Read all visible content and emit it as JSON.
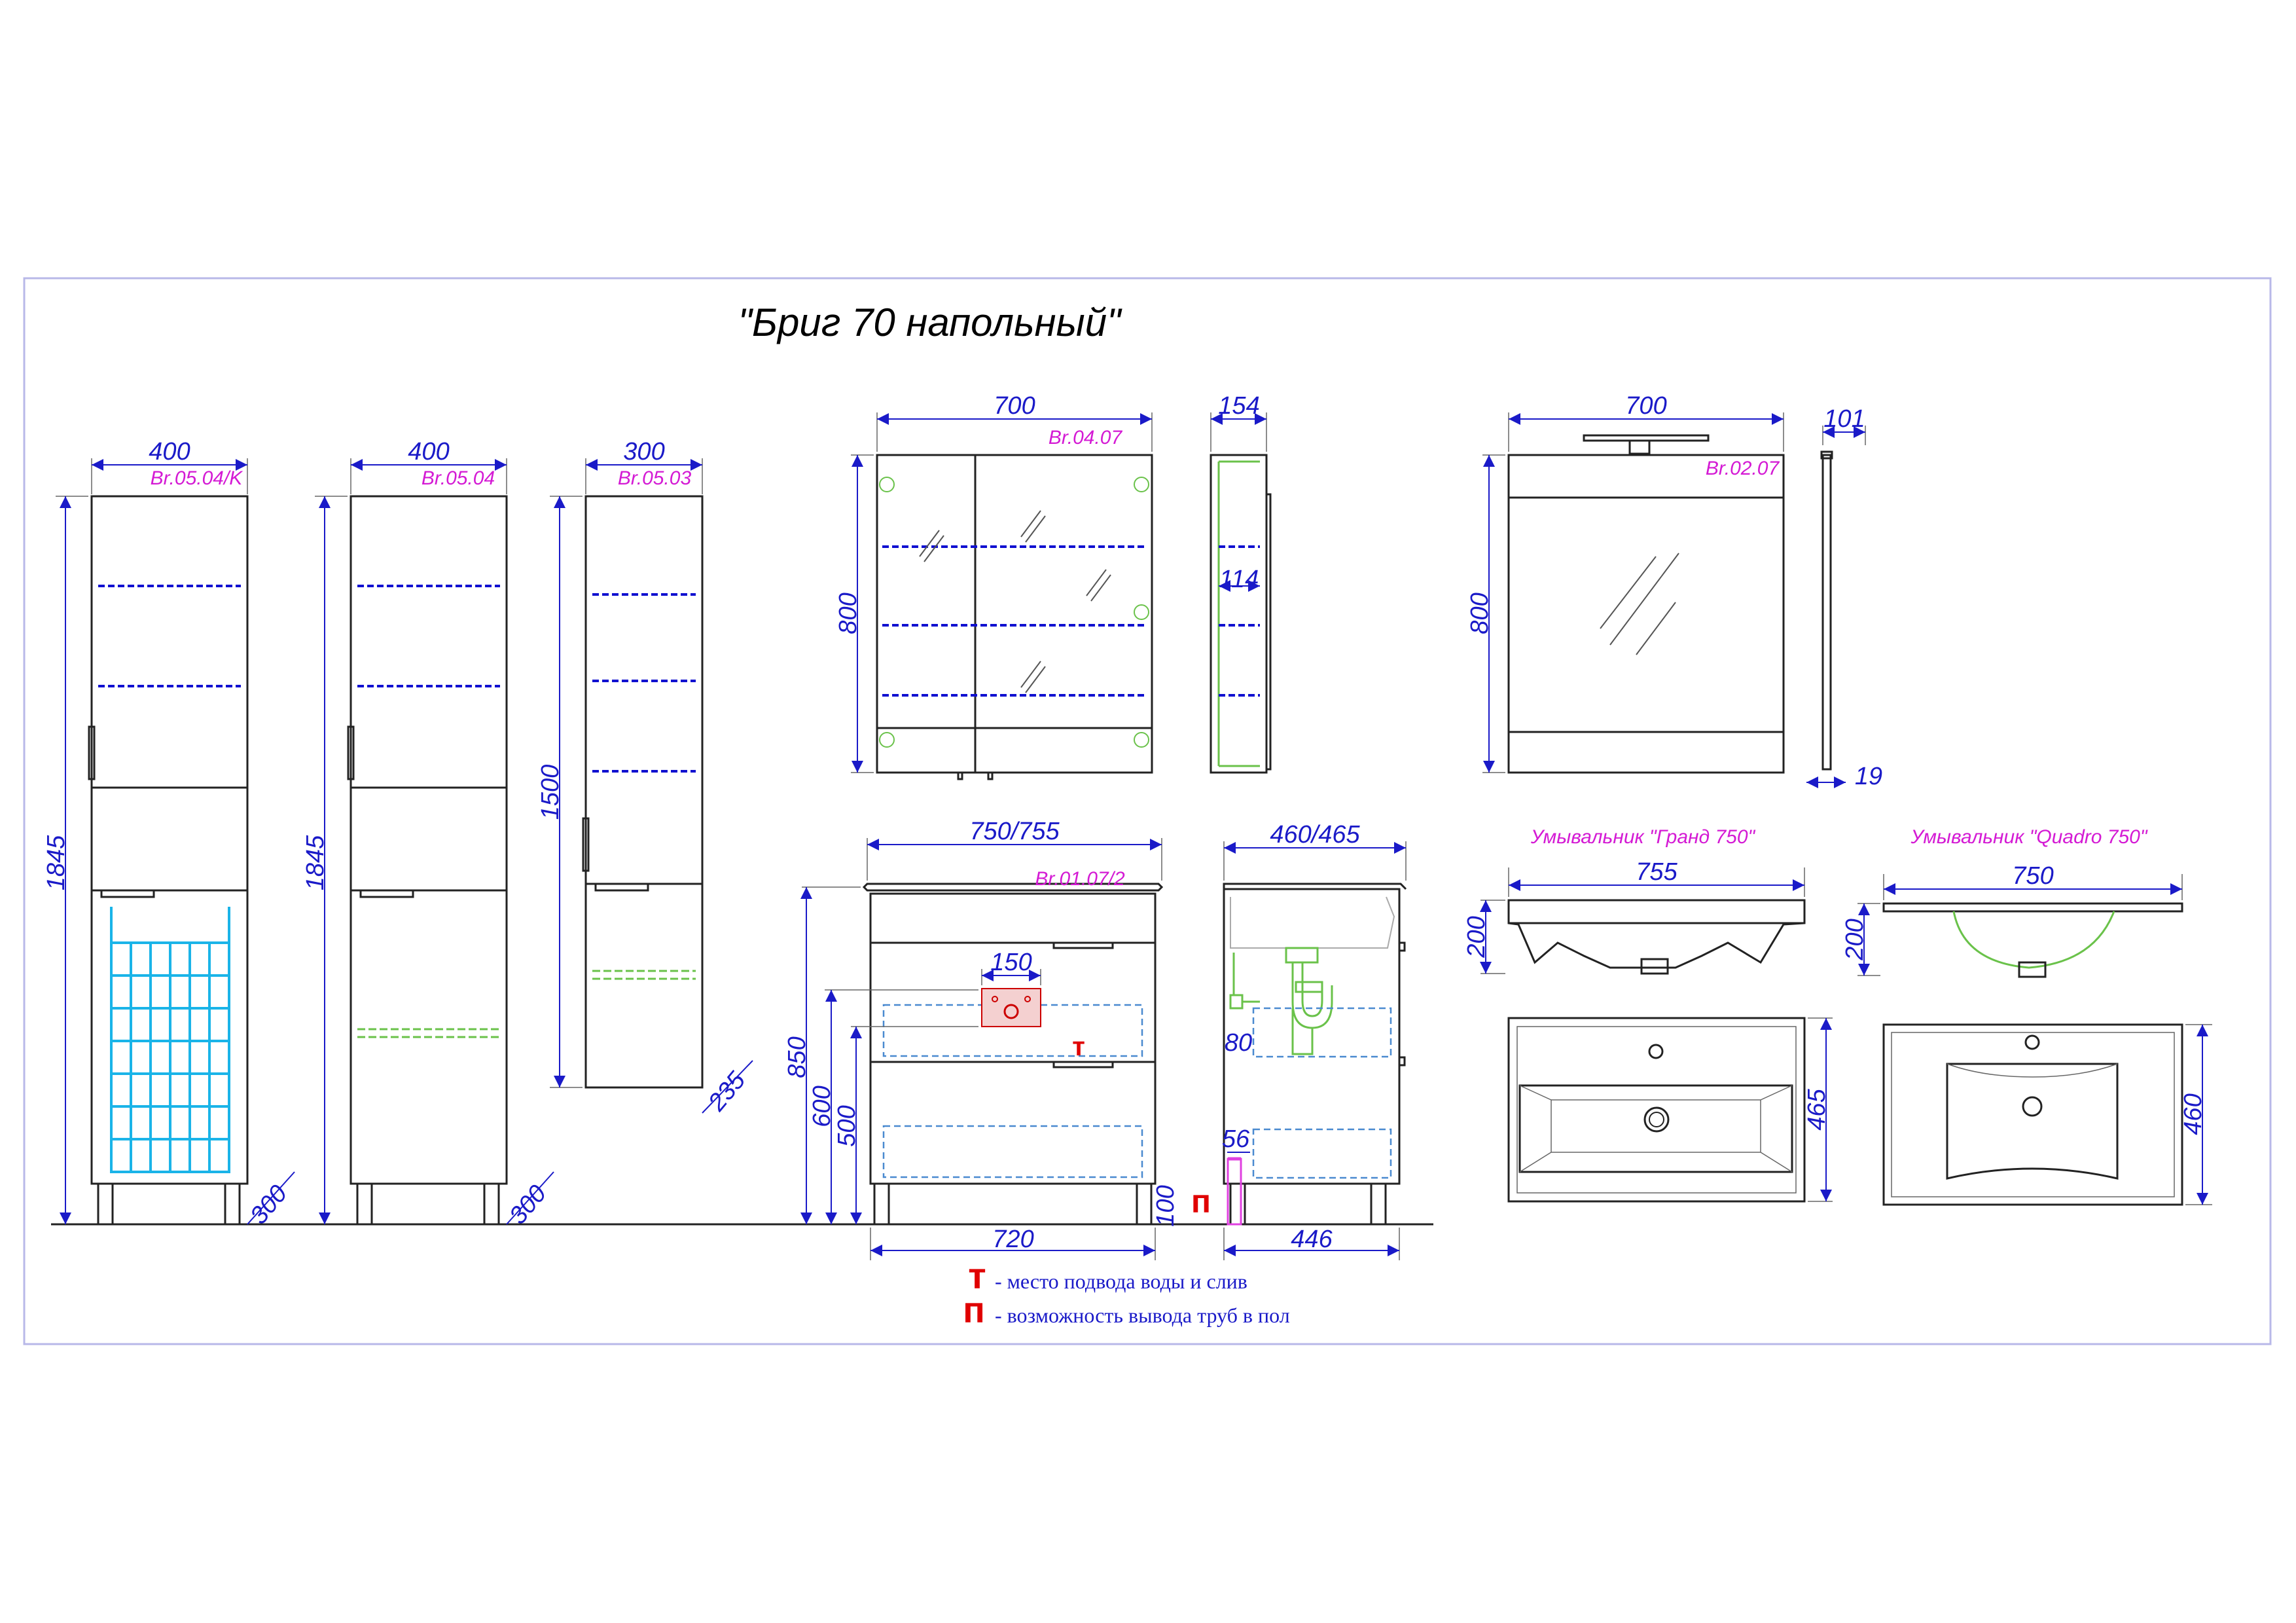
{
  "title": "\"Бриг 70 напольный\"",
  "legend": {
    "t_symbol": "т",
    "t_text": "- место подвода воды и слив",
    "p_symbol": "п",
    "p_text": "- возможность вывода труб в пол"
  },
  "cabinets": {
    "tall_k": {
      "width": "400",
      "height": "1845",
      "depth": "300",
      "code": "Br.05.04/K"
    },
    "tall": {
      "width": "400",
      "height": "1845",
      "depth": "300",
      "code": "Br.05.04"
    },
    "narrow": {
      "width": "300",
      "height": "1500",
      "depth": "235",
      "code": "Br.05.03"
    }
  },
  "mirror_cabinet": {
    "width": "700",
    "height": "800",
    "depth": "154",
    "inner": "114",
    "code": "Br.04.07"
  },
  "mirror": {
    "width": "700",
    "height": "800",
    "depth": "101",
    "thickness": "19",
    "code": "Br.02.07"
  },
  "vanity": {
    "top_width": "750/755",
    "code": "Br.01.07/2",
    "body_width": "720",
    "height": "850",
    "h600": "600",
    "h500": "500",
    "connection": "150",
    "side_depth": "460/465",
    "side_base": "446",
    "h80": "80",
    "h56": "56",
    "leg": "100",
    "t_mark": "т",
    "p_mark": "п"
  },
  "sinks": {
    "grand": {
      "label": "Умывальник \"Гранд 750\"",
      "width": "755",
      "height": "200",
      "depth": "465"
    },
    "quadro": {
      "label": "Умывальник \"Quadro 750\"",
      "width": "750",
      "height": "200",
      "depth": "460"
    }
  }
}
